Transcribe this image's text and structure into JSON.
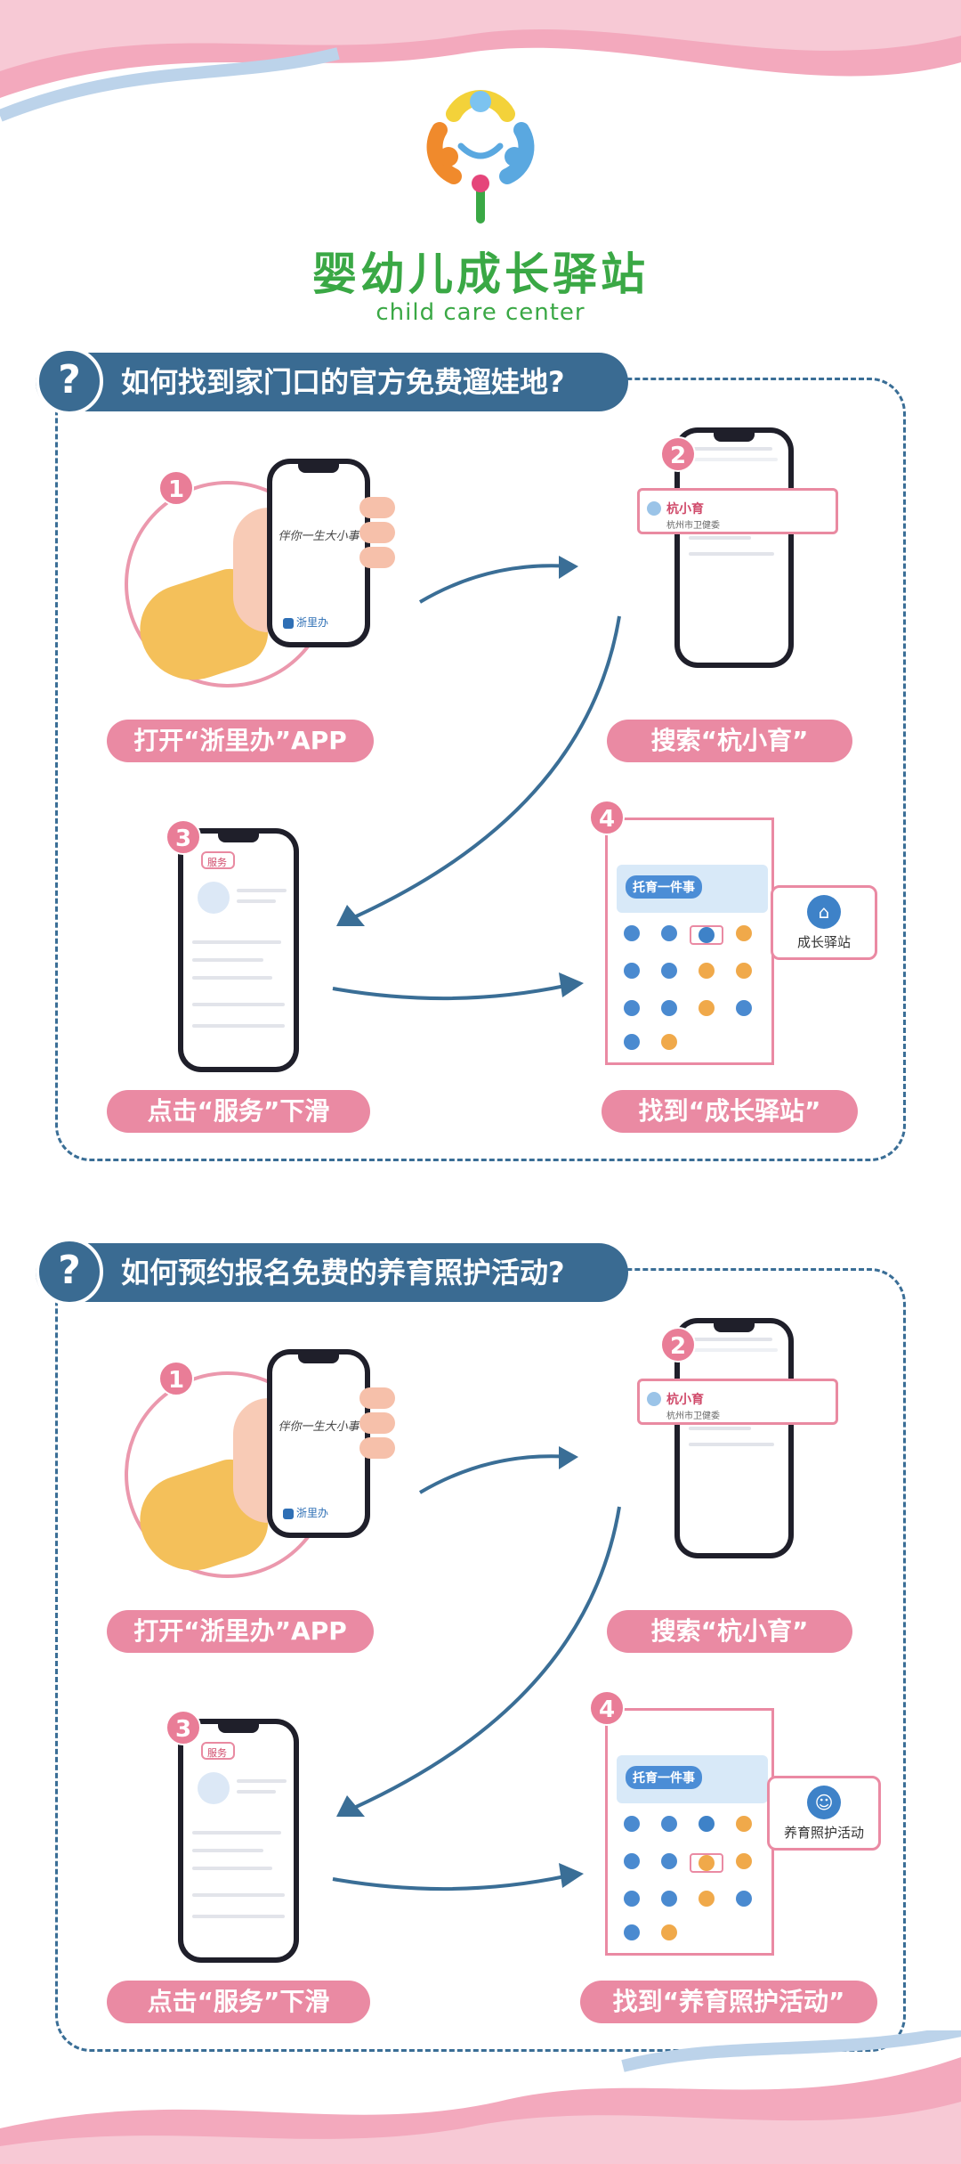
{
  "brand": {
    "name_cn": "婴幼儿成长驿站",
    "name_en": "child care center"
  },
  "colors": {
    "frame": "#3a6e96",
    "pill": "#ea8aa3",
    "brand_green": "#3aa845"
  },
  "sections": [
    {
      "question": "如何找到家门口的官方免费遛娃地?",
      "steps": [
        {
          "num": "1",
          "label": "打开“浙里办”APP"
        },
        {
          "num": "2",
          "label": "搜索“杭小育”"
        },
        {
          "num": "3",
          "label": "点击“服务”下滑"
        },
        {
          "num": "4",
          "label": "找到“成长驿站”"
        }
      ],
      "callout": "成长驿站"
    },
    {
      "question": "如何预约报名免费的养育照护活动?",
      "steps": [
        {
          "num": "1",
          "label": "打开“浙里办”APP"
        },
        {
          "num": "2",
          "label": "搜索“杭小育”"
        },
        {
          "num": "3",
          "label": "点击“服务”下滑"
        },
        {
          "num": "4",
          "label": "找到“养育照护活动”"
        }
      ],
      "callout": "养育照护活动"
    }
  ],
  "phone": {
    "slogan": "伴你一生大小事",
    "app_name": "浙里办",
    "search_result_title": "杭小育",
    "search_result_sub": "杭州市卫健委",
    "service_tab": "服务",
    "banner": "托育一件事"
  },
  "icon_names": [
    "question-icon",
    "phone-icon",
    "arrow-icon",
    "station-icon",
    "stroller-icon"
  ]
}
